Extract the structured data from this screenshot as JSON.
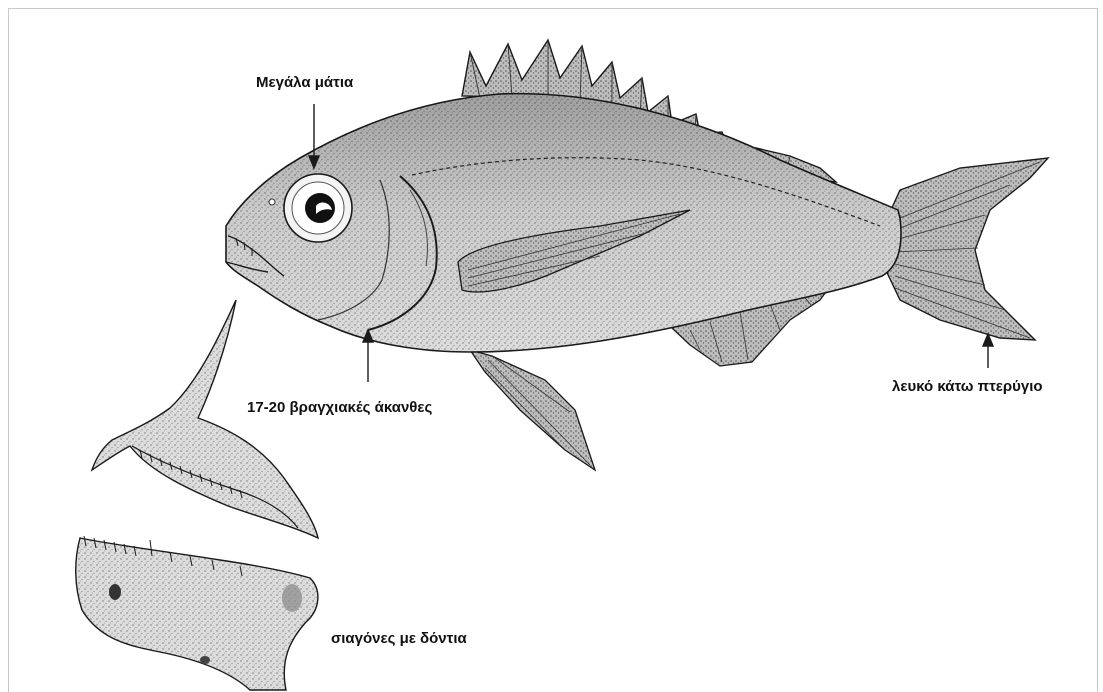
{
  "labels": {
    "big_eyes": "Μεγάλα μάτια",
    "gill_rakers": "17-20 βραγχιακές άκανθες",
    "white_fin": "λευκό κάτω πτερύγιο",
    "jaws": "σιαγόνες με δόντια"
  },
  "colors": {
    "ink": "#1a1a1a",
    "body": "#d4d4d4",
    "shade": "#9a9a9a",
    "border": "#c9c9c9"
  }
}
